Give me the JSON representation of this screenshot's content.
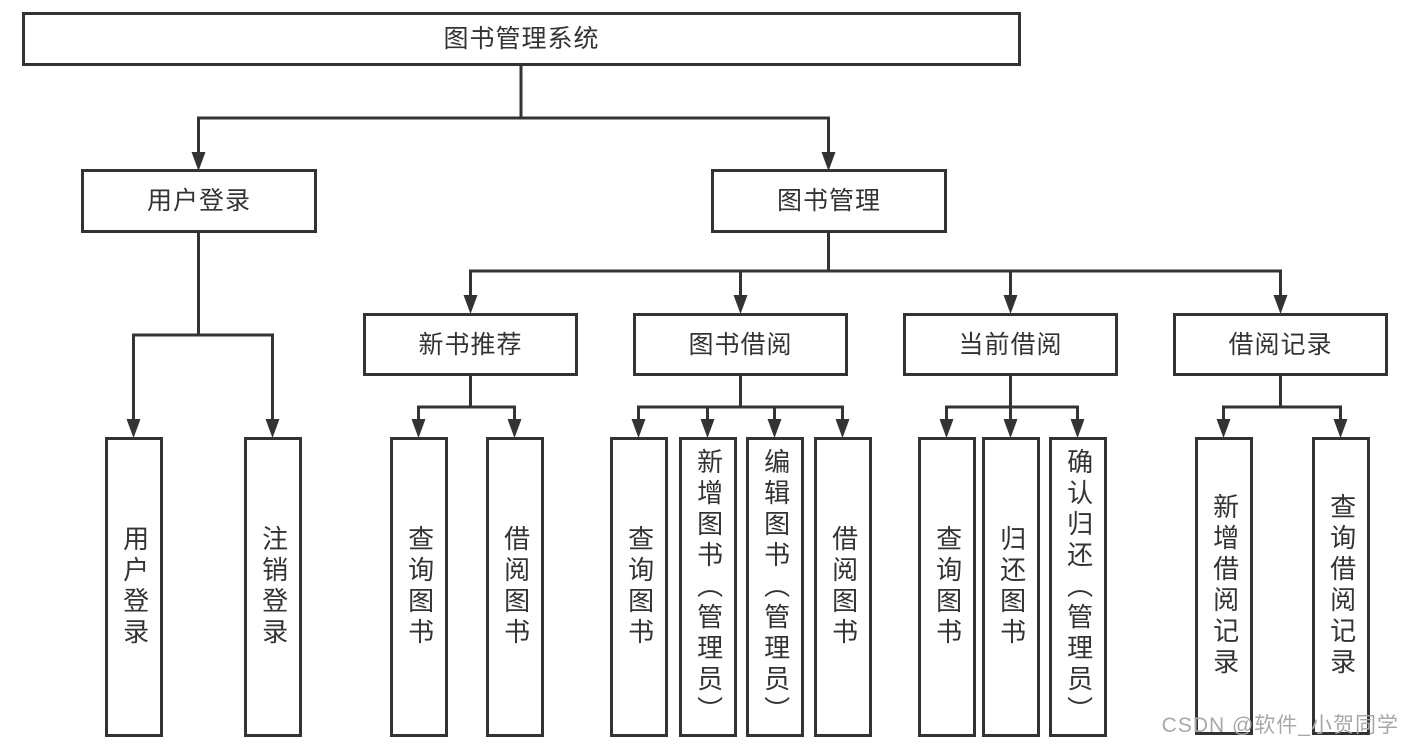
{
  "diagram": {
    "root": {
      "label": "图书管理系统"
    },
    "user_login": {
      "label": "用户登录",
      "children": [
        {
          "label": "用户登录"
        },
        {
          "label": "注销登录"
        }
      ]
    },
    "book_mgmt": {
      "label": "图书管理"
    },
    "new_book": {
      "label": "新书推荐",
      "children": [
        {
          "label": "查询图书"
        },
        {
          "label": "借阅图书"
        }
      ]
    },
    "book_borrow": {
      "label": "图书借阅",
      "children": [
        {
          "label": "查询图书"
        },
        {
          "label": "新增图书（管理员）"
        },
        {
          "label": "编辑图书（管理员）"
        },
        {
          "label": "借阅图书"
        }
      ]
    },
    "current_borrow": {
      "label": "当前借阅",
      "children": [
        {
          "label": "查询图书"
        },
        {
          "label": "归还图书"
        },
        {
          "label": "确认归还（管理员）"
        }
      ]
    },
    "borrow_records": {
      "label": "借阅记录",
      "children": [
        {
          "label": "新增借阅记录"
        },
        {
          "label": "查询借阅记录"
        }
      ]
    }
  },
  "watermark": {
    "text": "CSDN @软件_小贺同学"
  },
  "colors": {
    "line": "#333333",
    "text": "#333333",
    "watermark": "#a8a8a8",
    "background": "#ffffff"
  }
}
